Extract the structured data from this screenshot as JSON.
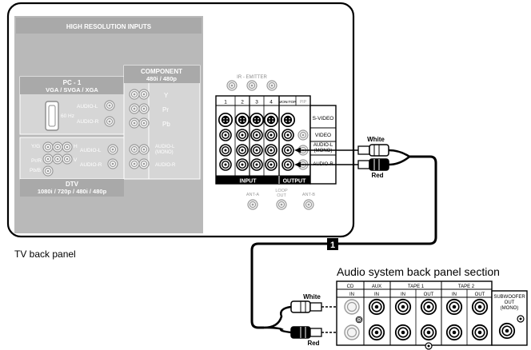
{
  "tv_panel": {
    "caption": "TV back panel",
    "hr_inputs": "HIGH RESOLUTION INPUTS",
    "component_title": "COMPONENT",
    "component_res": "480i / 480p",
    "y": "Y",
    "pr": "Pr",
    "pb": "Pb",
    "audio_l_mono": "AUDIO-L",
    "mono_line": "(MONO)",
    "audio_r": "AUDIO-R",
    "pc_title": "PC - 1",
    "pc_modes": "VGA / SVGA / XGA",
    "hz": "60 Hz",
    "audio_l": "AUDIO-L",
    "yg": "Y/G",
    "prr": "Pr/R",
    "pbb": "Pb/B",
    "h": "H",
    "v": "V",
    "dtv_title": "DTV",
    "dtv_modes": "1080i / 720p / 480i / 480p",
    "ir_emitter": "IR - EMITTER",
    "col1": "1",
    "col2": "2",
    "col3": "3",
    "col4": "4",
    "monitor": "MONITOR",
    "pip": "PIP",
    "svideo": "S-VIDEO",
    "video": "VIDEO",
    "audio_l_out": "AUDIO-L",
    "audio_r_out": "AUDIO-R",
    "input": "INPUT",
    "output": "OUTPUT",
    "ant_a": "ANT-A",
    "loop": "LOOP",
    "out": "OUT",
    "ant_b": "ANT-B"
  },
  "cable": {
    "white_top": "White",
    "red_top": "Red",
    "step": "1",
    "white_bottom": "White",
    "red_bottom": "Red"
  },
  "audio_panel": {
    "caption": "Audio system back panel section",
    "cd": "CD",
    "aux": "AUX",
    "tape1": "TAPE 1",
    "tape2": "TAPE 2",
    "in_cd": "IN",
    "in_aux": "IN",
    "in_t1": "IN",
    "out_t1": "OUT",
    "in_t2": "IN",
    "out_t2": "OUT",
    "sub1": "SUBWOOFER",
    "sub2": "OUT",
    "sub3": "(MONO)"
  }
}
